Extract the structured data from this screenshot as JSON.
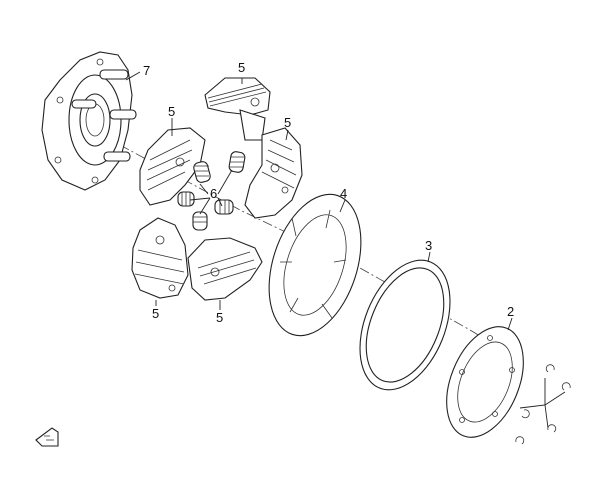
{
  "labels": {
    "clutch_hub": "7",
    "shoe_top": "5",
    "shoe_right": "5",
    "shoe_left": "5",
    "shoe_bottom_left": "5",
    "shoe_bottom_right": "5",
    "springs": "6",
    "plate": "4",
    "friction_ring": "3",
    "retainer_plate": "2"
  },
  "colors": {
    "line": "#222222",
    "background": "#ffffff"
  },
  "icons": {
    "corner_mark": "arrow-badge-icon"
  }
}
